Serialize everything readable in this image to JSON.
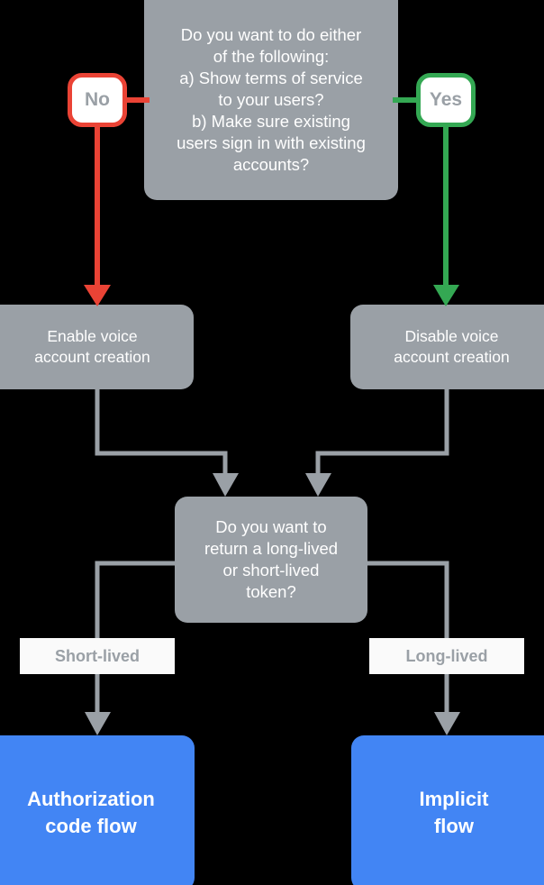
{
  "diagram": {
    "title": "Account linking flow decision chart",
    "background": "#000000",
    "colors": {
      "node_gray": "#9AA0A6",
      "node_blue": "#4285F4",
      "yes_green": "#34A853",
      "no_red": "#EA4335",
      "connector_gray": "#9AA0A6",
      "label_background": "#FAFAFA",
      "label_text": "#9AA0A6",
      "node_text": "#FFFFFF"
    },
    "nodes": {
      "decision_1": {
        "text": "Do you want to do either\nof the following:\na) Show terms of service\nto your users?\nb) Make sure existing\nusers sign in with existing\naccounts?",
        "type": "decision"
      },
      "badge_no": {
        "text": "No",
        "accent": "#EA4335"
      },
      "badge_yes": {
        "text": "Yes",
        "accent": "#34A853"
      },
      "action_enable": {
        "text": "Enable voice\naccount creation",
        "type": "action"
      },
      "action_disable": {
        "text": "Disable voice\naccount creation",
        "type": "action"
      },
      "decision_2": {
        "text": "Do you want to\nreturn a long-lived\nor short-lived\ntoken?",
        "type": "decision"
      },
      "label_short": {
        "text": "Short-lived"
      },
      "label_long": {
        "text": "Long-lived"
      },
      "terminal_auth": {
        "text": "Authorization\ncode flow",
        "type": "terminal"
      },
      "terminal_implicit": {
        "text": "Implicit\nflow",
        "type": "terminal"
      }
    },
    "edges": [
      {
        "from": "decision_1",
        "to": "badge_no",
        "label": "No",
        "color": "#EA4335"
      },
      {
        "from": "badge_no",
        "to": "action_enable",
        "label": "",
        "color": "#EA4335"
      },
      {
        "from": "decision_1",
        "to": "badge_yes",
        "label": "Yes",
        "color": "#34A853"
      },
      {
        "from": "badge_yes",
        "to": "action_disable",
        "label": "",
        "color": "#34A853"
      },
      {
        "from": "action_enable",
        "to": "decision_2",
        "label": "",
        "color": "#9AA0A6"
      },
      {
        "from": "action_disable",
        "to": "decision_2",
        "label": "",
        "color": "#9AA0A6"
      },
      {
        "from": "decision_2",
        "to": "terminal_auth",
        "label": "Short-lived",
        "color": "#9AA0A6"
      },
      {
        "from": "decision_2",
        "to": "terminal_implicit",
        "label": "Long-lived",
        "color": "#9AA0A6"
      }
    ]
  }
}
